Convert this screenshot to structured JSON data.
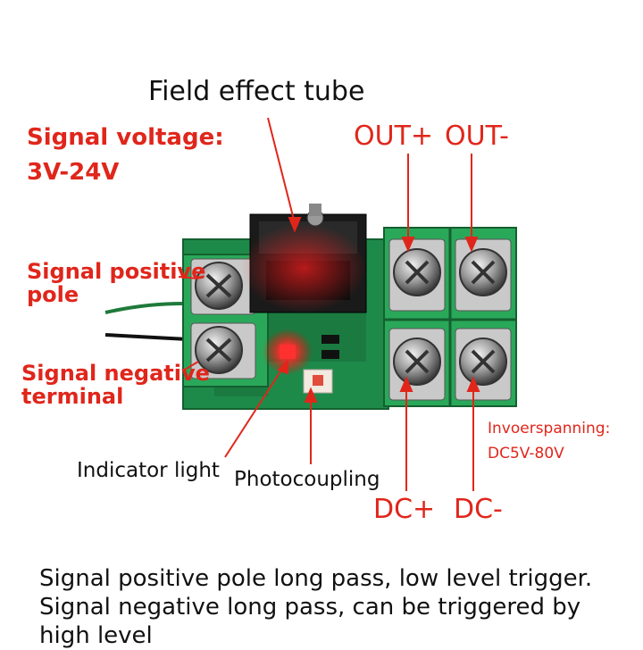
{
  "labels": {
    "field_effect_tube": "Field effect tube",
    "signal_voltage_line1": "Signal voltage:",
    "signal_voltage_line2": "3V-24V",
    "out_plus": "OUT+",
    "out_minus": "OUT-",
    "signal_positive_line1": "Signal positive",
    "signal_positive_line2": "pole",
    "signal_negative_line1": "Signal negative",
    "signal_negative_line2": "terminal",
    "indicator_light": "Indicator light",
    "photocoupling": "Photocoupling",
    "dc_plus": "DC+",
    "dc_minus": "DC-",
    "input_voltage_line1": "Invoerspanning:",
    "input_voltage_line2": "DC5V-80V"
  },
  "caption": "Signal positive pole long pass, low level trigger. Signal negative long pass, can be triggered by high level",
  "colors": {
    "label_red": "#e0261b",
    "pcb_green": "#1e8a4a",
    "terminal_green": "#2aa85a",
    "led_red": "#ff2020"
  }
}
